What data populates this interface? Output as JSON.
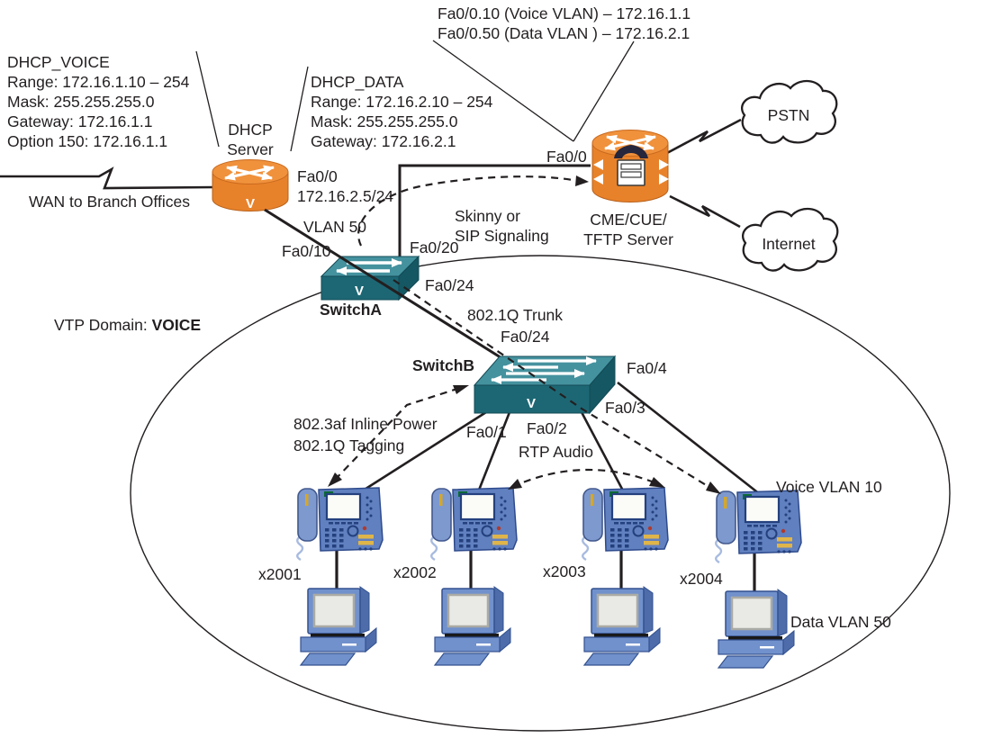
{
  "colors": {
    "line": "#231F20",
    "router_orange": "#E8822A",
    "router_orange_top": "#F0913C",
    "switch_teal_front": "#1D6774",
    "switch_teal_top": "#45929F",
    "switch_teal_side": "#155763",
    "device_blue": "#7191CC",
    "phone_blue": "#6080BF",
    "softkey_yellow": "#DFB54A"
  },
  "annotations": {
    "subinterfaces": {
      "voice": "Fa0/0.10 (Voice VLAN) – 172.16.1.1",
      "data": "Fa0/0.50 (Data VLAN ) – 172.16.2.1"
    },
    "dhcp_voice_pool": {
      "name": "DHCP_VOICE",
      "range": "Range: 172.16.1.10 – 254",
      "mask": "Mask: 255.255.255.0",
      "gateway": "Gateway: 172.16.1.1",
      "option150": "Option 150: 172.16.1.1"
    },
    "dhcp_data_pool": {
      "name": "DHCP_DATA",
      "range": "Range: 172.16.2.10 – 254",
      "mask": "Mask: 255.255.255.0",
      "gateway": "Gateway: 172.16.2.1"
    },
    "wan": "WAN to Branch Offices",
    "vlan50_link": "VLAN 50",
    "trunk": "802.1Q Trunk",
    "signaling_line1": "Skinny or",
    "signaling_line2": "SIP Signaling",
    "inline_power_line1": "802.3af Inline Power",
    "inline_power_line2": "802.1Q Tagging",
    "rtp": "RTP Audio",
    "vtp_prefix": "VTP Domain: ",
    "vtp_domain": "VOICE",
    "voice_vlan": "Voice VLAN 10",
    "data_vlan": "Data VLAN 50"
  },
  "devices": {
    "dhcp_server": {
      "label_line1": "DHCP",
      "label_line2": "Server",
      "badge": "V",
      "interface": "Fa0/0",
      "ip": "172.16.2.5/24"
    },
    "cme_server": {
      "label_line1": "CME/CUE/",
      "label_line2": "TFTP Server",
      "interface": "Fa0/0"
    },
    "switch_a": {
      "name": "SwitchA",
      "badge": "V",
      "ports": {
        "fa0_10": "Fa0/10",
        "fa0_20": "Fa0/20",
        "fa0_24": "Fa0/24"
      }
    },
    "switch_b": {
      "name": "SwitchB",
      "badge": "V",
      "ports": {
        "fa0_24": "Fa0/24",
        "fa0_1": "Fa0/1",
        "fa0_2": "Fa0/2",
        "fa0_3": "Fa0/3",
        "fa0_4": "Fa0/4"
      }
    },
    "clouds": {
      "pstn": "PSTN",
      "internet": "Internet"
    },
    "phones": [
      {
        "extension": "x2001"
      },
      {
        "extension": "x2002"
      },
      {
        "extension": "x2003"
      },
      {
        "extension": "x2004"
      }
    ]
  }
}
